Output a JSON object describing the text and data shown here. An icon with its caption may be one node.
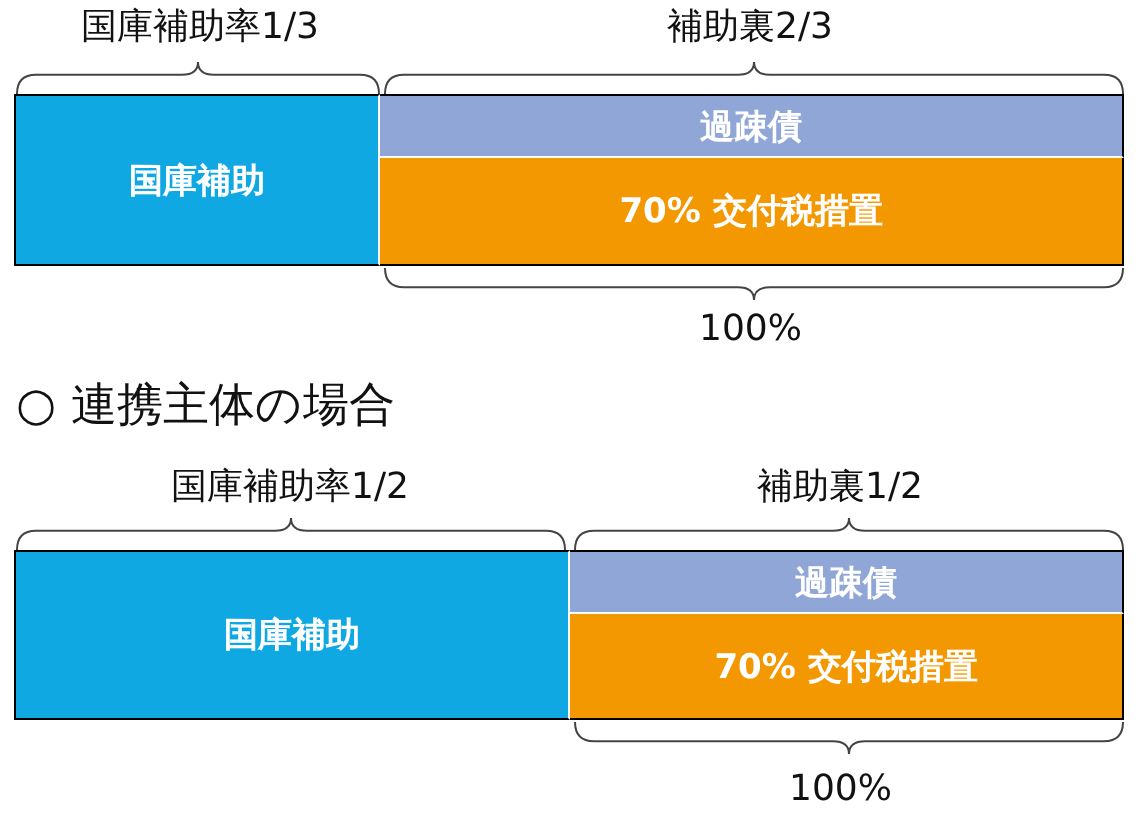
{
  "diagram": {
    "nodes": [
      {
        "text": [
          "国庫補助"
        ]
      },
      {
        "text": [
          "過疎債"
        ]
      },
      {
        "text": [
          "70% 交付税措置"
        ]
      },
      {
        "text": [
          "国庫補助"
        ]
      },
      {
        "text": [
          "過疎債"
        ]
      },
      {
        "text": [
          "70% 交付税措置"
        ]
      }
    ],
    "labels": [
      "国庫補助率1/3",
      "補助裏2/3",
      "100%",
      "○ 連携主体の場合",
      "国庫補助率1/2",
      "補助裏1/2",
      "100%"
    ]
  }
}
